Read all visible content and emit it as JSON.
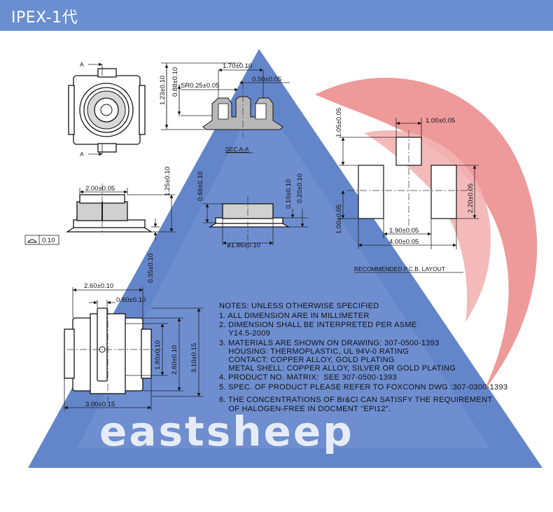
{
  "header": {
    "title": "IPEX-1代"
  },
  "watermark": {
    "text": "eastsheep"
  },
  "colors": {
    "header_bg": "#6a8fd0",
    "watermark_triangle": "#5b7ec6",
    "watermark_swirl": "#ec8f8f"
  },
  "top_view": {
    "section_marker_top": "A",
    "section_marker_bottom": "A"
  },
  "section_view": {
    "dim_height_total": "1.23±0.10",
    "dim_height_inner": "0.88±0.10",
    "dim_width": "1.70±0.10",
    "dim_wall": "0.50±0.05",
    "dim_radius": "SR0.25±0.05",
    "caption": "SEC A-A"
  },
  "front_view": {
    "dim_width": "2.00±0.05",
    "dim_height": "1.25±0.10",
    "dim_base": "0.35±0.10",
    "flatness_value": "0.10"
  },
  "side_view": {
    "dim_height": "0.66±0.10",
    "dim_a": "0.10±0.10",
    "dim_b": "0.20±0.10",
    "dim_diameter": "ø1.86±0.10"
  },
  "bottom_view": {
    "dim_top_width": "2.60±0.10",
    "dim_contact": "0.60±0.10",
    "dim_h1": "1.80±0.10",
    "dim_h2": "2.60±0.10",
    "dim_h3": "3.10±0.15",
    "dim_bottom_width": "3.00±0.15"
  },
  "pcb_layout": {
    "dim_top": "1.00±0.05",
    "dim_left_top": "1.05±0.05",
    "dim_left_bottom": "1.00±0.05",
    "dim_right": "2.20±0.05",
    "dim_inner": "1.90±0.05",
    "dim_outer": "4.00±0.05",
    "caption": "RECOMMENDED P.C.B. LAYOUT"
  },
  "notes": {
    "lines": [
      "NOTES: UNLESS OTHERWISE SPECIFIED",
      "1. ALL DIMENSION ARE IN MILLIMETER",
      "2. DIMENSION SHALL BE INTERPRETED PER ASME",
      "    Y14.5-2009",
      "3. MATERIALS ARE SHOWN ON DRAWING: 307-0500-1393",
      "    HOUSING: THERMOPLASTIC, UL 94V-0 RATING",
      "    CONTACT: COPPER ALLOY, GOLD PLATING",
      "    METAL SHELL: COPPER ALLOY, SILVER OR GOLD PLATING",
      "4. PRODUCT NO. MATRIX:  SEE 307-0500-1393",
      "5. SPEC. OF PRODUCT PLEASE REFER TO FOXCONN DWG :307-0300-1393",
      "6. THE CONCENTRATIONS OF Br&Cl CAN SATISFY THE REQUIREMENT",
      "    OF HALOGEN-FREE IN DOCMENT \"EPI12\"."
    ]
  }
}
